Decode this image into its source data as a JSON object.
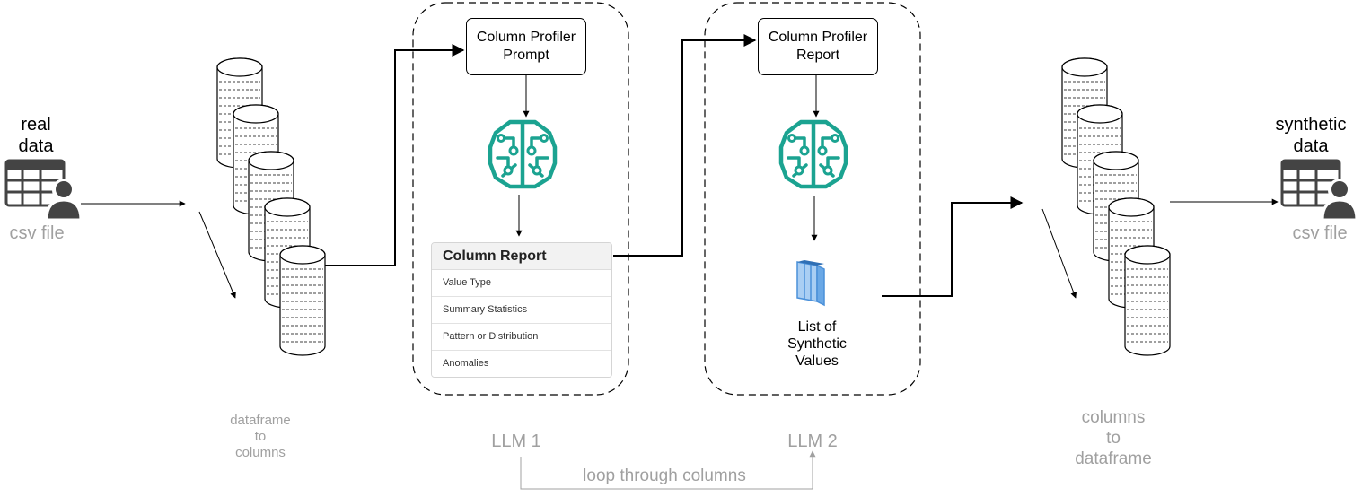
{
  "input": {
    "title": "real data",
    "caption": "csv file"
  },
  "output": {
    "title": "synthetic data",
    "caption": "csv file"
  },
  "split_label": [
    "dataframe",
    "to",
    "columns"
  ],
  "merge_label": [
    "columns",
    "to",
    "dataframe"
  ],
  "llm1": {
    "label": "LLM 1",
    "prompt_box": "Column Profiler Prompt",
    "report": {
      "header": "Column Report",
      "items": [
        "Value Type",
        "Summary Statistics",
        "Pattern or Distribution",
        "Anomalies"
      ]
    }
  },
  "llm2": {
    "label": "LLM 2",
    "report_box": "Column Profiler Report",
    "output_text": "List of Synthetic Values"
  },
  "loop_label": "loop through columns",
  "icons": {
    "table": "table-with-person-icon",
    "brain": "ai-brain-circuit-icon",
    "list": "list-table-icon",
    "cylinder": "database-column-icon"
  },
  "colors": {
    "brain": "#1ba391",
    "list_icon": "#4a90d9",
    "muted_text": "#a0a0a0",
    "loop_line": "#a0a0a0"
  }
}
